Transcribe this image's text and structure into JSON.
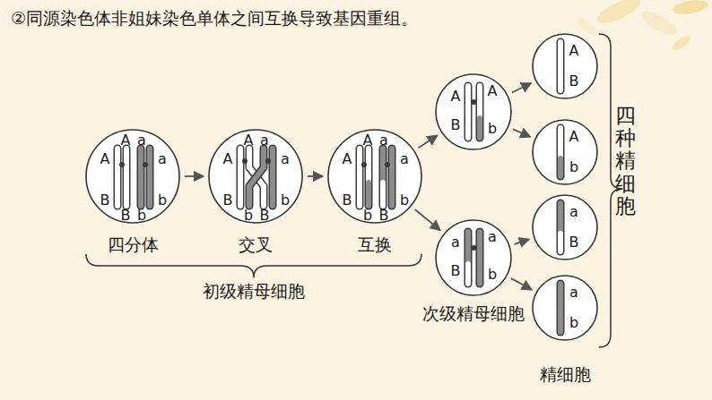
{
  "diagram": {
    "title": "②同源染色体非姐妹染色单体之间互换导致基因重组。",
    "nodes": [
      {
        "text": [
          "A",
          "A",
          "a",
          "a",
          "B",
          "B",
          "b",
          "b",
          "四分体"
        ]
      },
      {
        "text": [
          "A",
          "A",
          "a",
          "a",
          "B",
          "b",
          "B",
          "b",
          "交叉"
        ]
      },
      {
        "text": [
          "A",
          "A",
          "a",
          "a",
          "B",
          "b",
          "B",
          "b",
          "互换"
        ]
      },
      {
        "text": [
          "A",
          "A",
          "B",
          "b"
        ]
      },
      {
        "text": [
          "a",
          "a",
          "B",
          "b"
        ]
      },
      {
        "text": [
          "A",
          "B"
        ]
      },
      {
        "text": [
          "A",
          "b"
        ]
      },
      {
        "text": [
          "a",
          "B"
        ]
      },
      {
        "text": [
          "a",
          "b"
        ]
      }
    ],
    "edges": [
      {
        "from": 0,
        "to": 1,
        "arrow": "to"
      },
      {
        "from": 1,
        "to": 2,
        "arrow": "to"
      },
      {
        "from": 2,
        "to": 3,
        "arrow": "to"
      },
      {
        "from": 2,
        "to": 4,
        "arrow": "to"
      },
      {
        "from": 3,
        "to": 5,
        "arrow": "to"
      },
      {
        "from": 3,
        "to": 6,
        "arrow": "to"
      },
      {
        "from": 4,
        "to": 7,
        "arrow": "to"
      },
      {
        "from": 4,
        "to": 8,
        "arrow": "to"
      }
    ],
    "labels": [
      "初级精母细胞",
      "次级精母细胞",
      "精细胞",
      "四种精细胞"
    ]
  }
}
